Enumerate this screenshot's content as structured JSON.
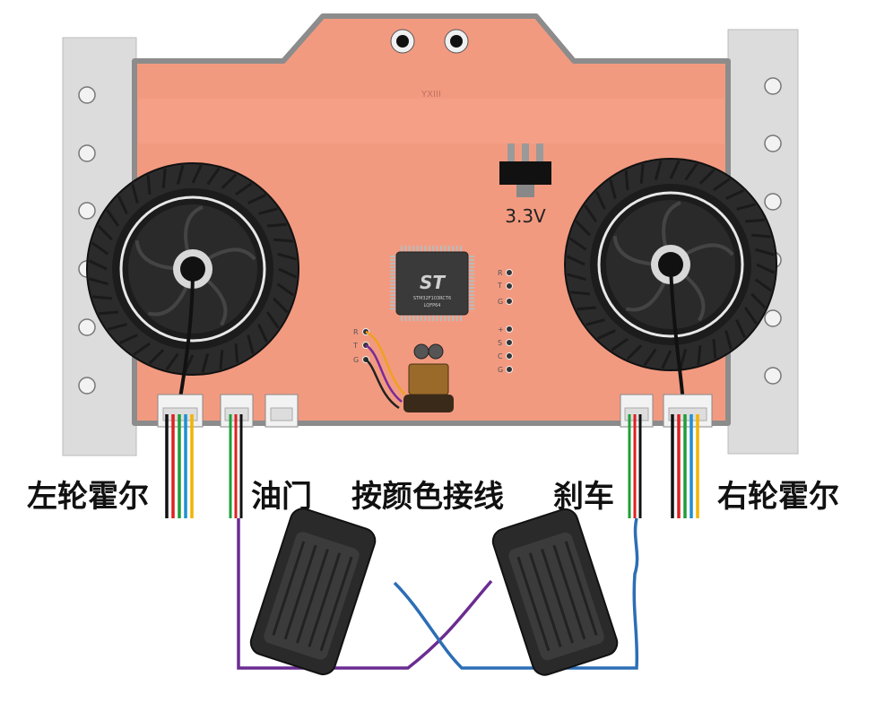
{
  "labels": {
    "left_hall": "左轮霍尔",
    "throttle": "油门",
    "connect_by_color": "按颜色接线",
    "brake": "刹车",
    "right_hall": "右轮霍尔",
    "voltage": "3.3V"
  },
  "pin_headers": {
    "uart_right": [
      "R",
      "T",
      "G"
    ],
    "uart_left": [
      "R",
      "T",
      "G"
    ],
    "aux": [
      "+",
      "S",
      "C",
      "G"
    ]
  },
  "chip": {
    "logo": "ST",
    "part": "STM32F103RCT6",
    "package": "LQFP64"
  },
  "colors": {
    "board": "#F29A80",
    "rail": "#DCDCDC",
    "throttle_wire": "#6A2C91",
    "brake_wire": "#2C6EB5",
    "hall_wires": [
      "#111111",
      "#E02020",
      "#1E9E3A",
      "#1E90D0",
      "#F2B400"
    ]
  }
}
